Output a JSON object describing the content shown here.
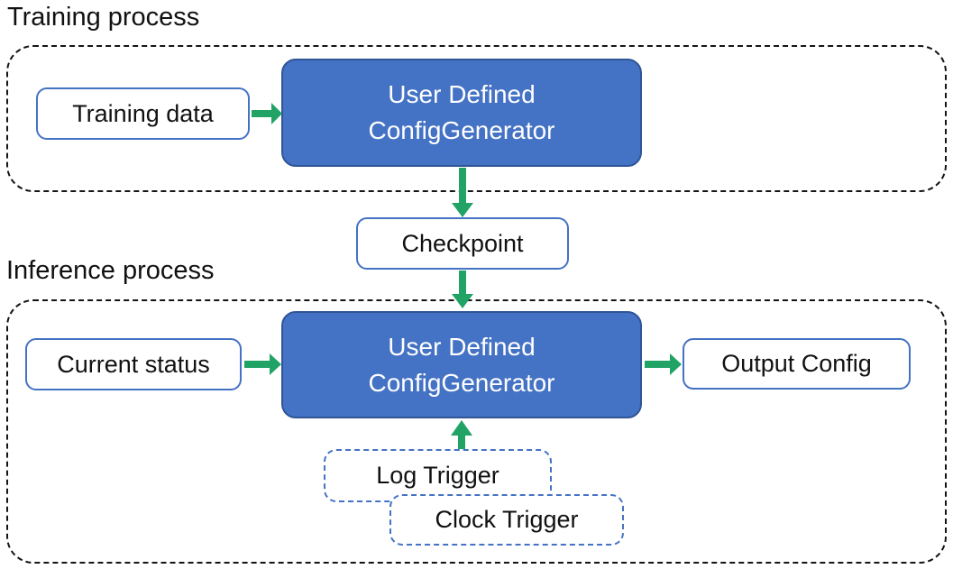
{
  "colors": {
    "background": "#FFFFFF",
    "text": "#111111",
    "container_border": "#141414",
    "node_fill": "#4472C4",
    "node_border": "#2F5597",
    "node_text": "#FFFFFF",
    "box_border": "#4472C4",
    "trigger_border": "#4472C4",
    "arrow": "#21A366"
  },
  "diagram": {
    "training": {
      "title": "Training process",
      "input": "Training data",
      "generator_line1": "User Defined",
      "generator_line2": "ConfigGenerator"
    },
    "checkpoint": "Checkpoint",
    "inference": {
      "title": "Inference process",
      "input": "Current status",
      "generator_line1": "User Defined",
      "generator_line2": "ConfigGenerator",
      "output": "Output Config",
      "log_trigger": "Log Trigger",
      "clock_trigger": "Clock Trigger"
    }
  }
}
